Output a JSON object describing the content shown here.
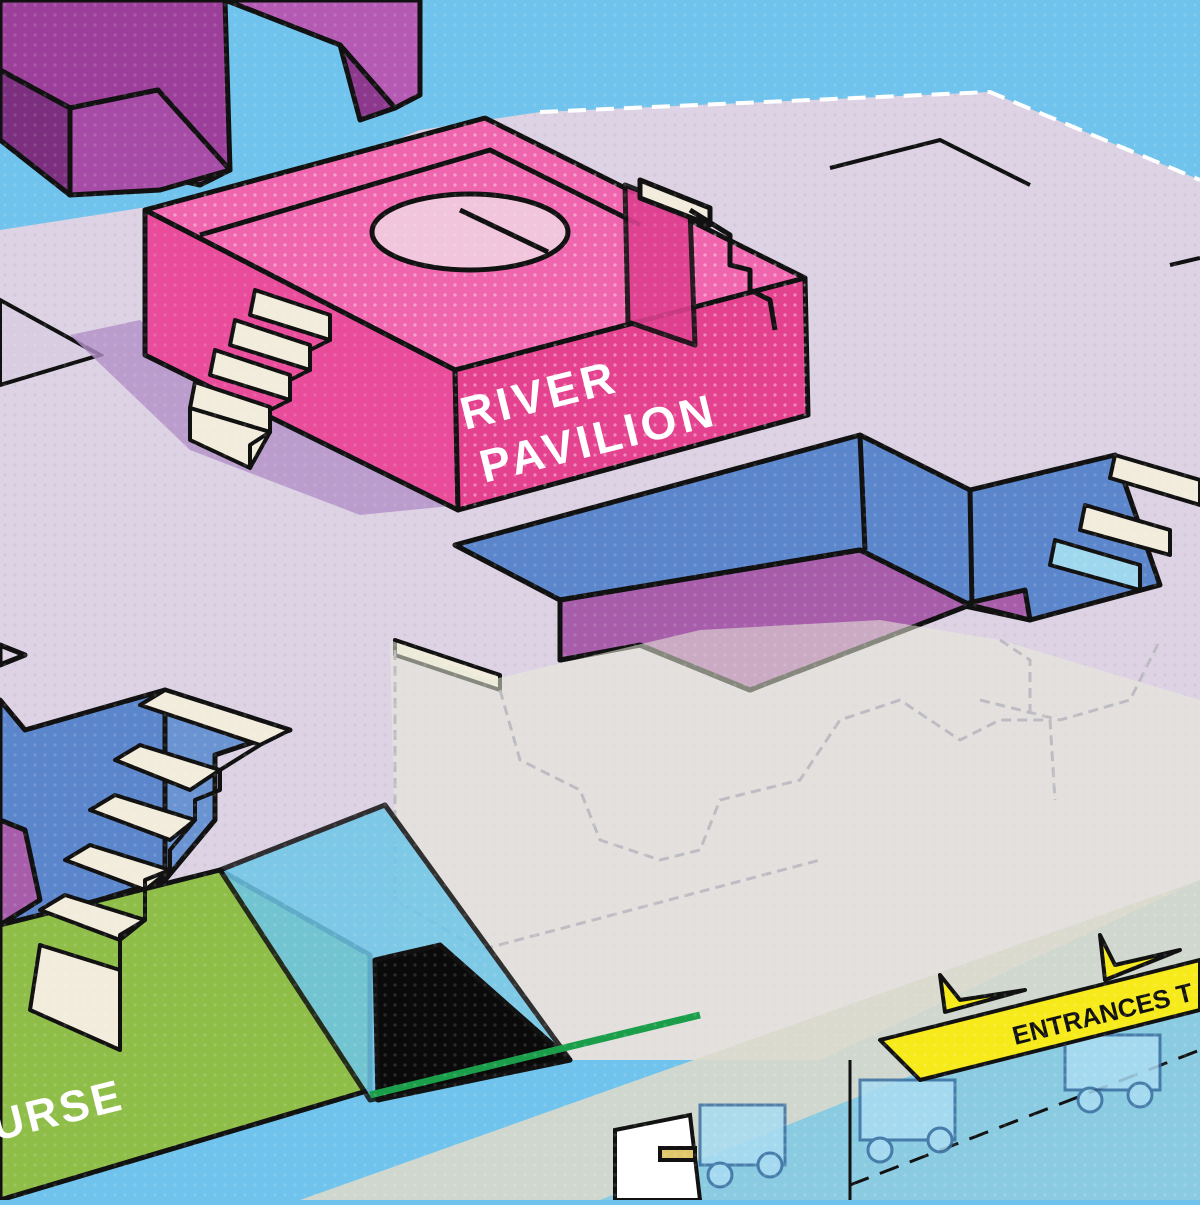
{
  "map": {
    "labels": {
      "river_pavilion_line1": "RIVER",
      "river_pavilion_line2": "PAVILION",
      "concourse_partial": "URSE",
      "entrances_partial": "ENTRANCES T"
    },
    "colors": {
      "water": "#6fc3ec",
      "plaza": "#ddd3e4",
      "pavilion": "#ec4f9f",
      "walkway_purple": "#a35aa8",
      "pit_blue": "#5b86cc",
      "pit_floor": "#a75da9",
      "concourse_green": "#8ebd48",
      "glass": "#6dc6e8",
      "stairs": "#f2ecdc",
      "banner_yellow": "#f7ea1a",
      "road": "#d9d9cc"
    },
    "icons": [
      "pavilion-building",
      "stair-icon",
      "food-truck-icon",
      "arrow-flag-icon"
    ]
  }
}
